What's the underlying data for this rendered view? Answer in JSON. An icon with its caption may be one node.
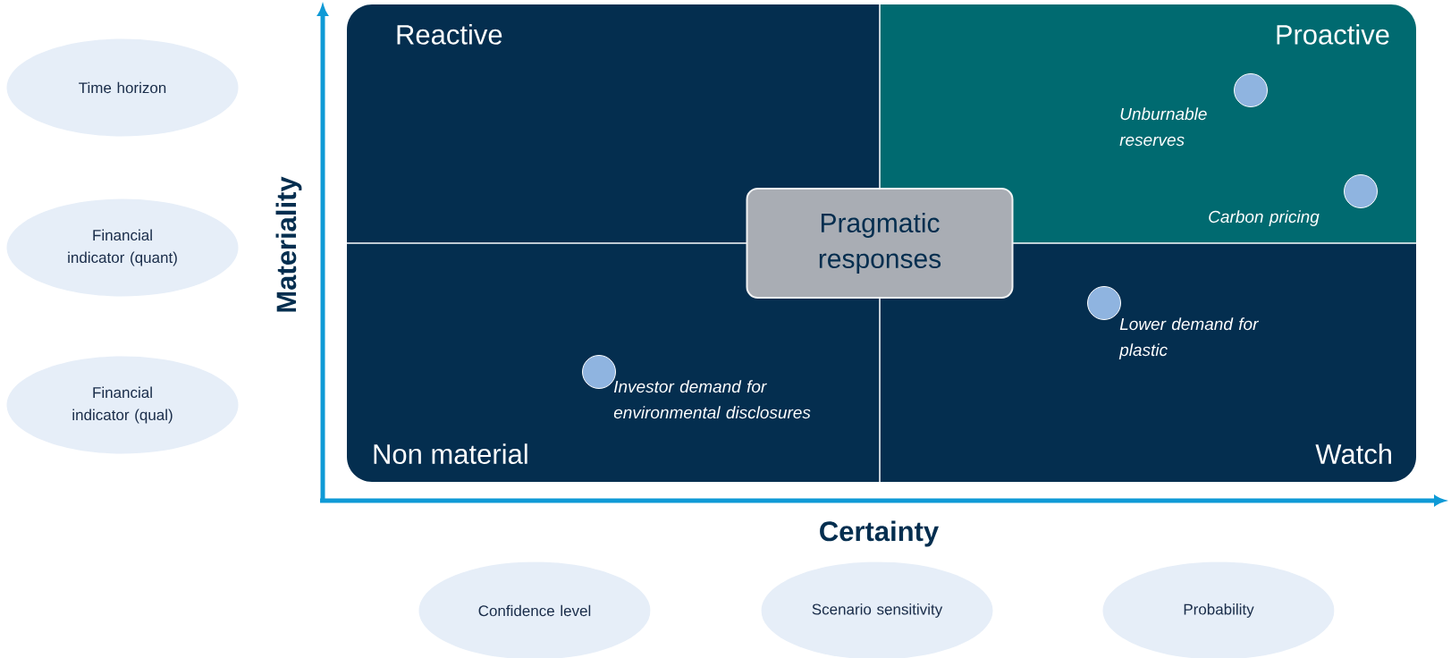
{
  "diagram": {
    "nodes": [
      {
        "text": [
          "Time horizon"
        ]
      },
      {
        "text": [
          "Financial indicator (quant)"
        ]
      },
      {
        "text": [
          "Financial indicator (qual)"
        ]
      },
      {
        "text": [
          "Reactive"
        ]
      },
      {
        "text": [
          "Proactive"
        ]
      },
      {
        "text": [
          "Pragmatic responses"
        ]
      },
      {
        "text": [
          "Non material"
        ]
      },
      {
        "text": [
          "Watch"
        ]
      },
      {
        "text": [],
        "shape": "circle",
        "in": 4,
        "beside": [
          "Unburnable reserves"
        ]
      },
      {
        "text": [],
        "shape": "circle",
        "in": 4,
        "beside": [
          "Carbon pricing"
        ]
      },
      {
        "text": [],
        "shape": "circle",
        "in": 7,
        "beside": [
          "Lower demand for plastic"
        ]
      },
      {
        "text": [],
        "shape": "circle",
        "in": 6,
        "beside": [
          "Investor demand for environmental disclosures"
        ]
      },
      {
        "text": [
          "Confidence level"
        ]
      },
      {
        "text": [
          "Scenario sensitivity"
        ]
      },
      {
        "text": [
          "Probability"
        ]
      }
    ],
    "labels": [
      "Materiality",
      "Certainty"
    ]
  }
}
